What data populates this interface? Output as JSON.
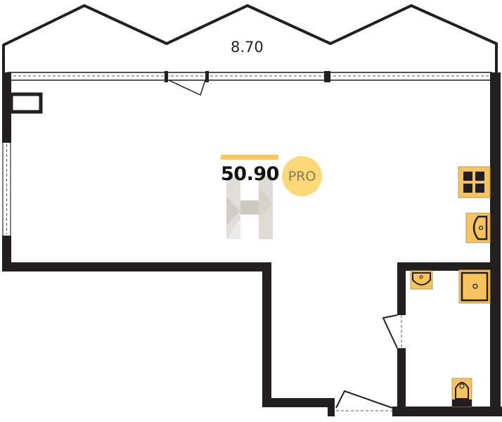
{
  "plan": {
    "width_dimension": "8.70",
    "area": "50.90",
    "badge": "PRO",
    "logo_letter": "H"
  },
  "colors": {
    "wall": "#231f20",
    "accent": "#f7c65c",
    "badge_bg": "#fbd978",
    "fixture_fill": "#f6c35f"
  }
}
